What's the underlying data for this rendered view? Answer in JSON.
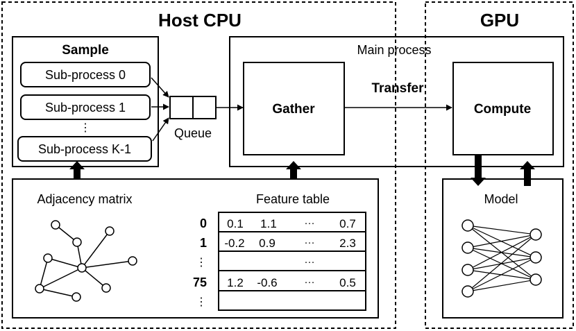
{
  "host": {
    "title": "Host CPU"
  },
  "gpu": {
    "title": "GPU"
  },
  "sample": {
    "title": "Sample",
    "subprocesses": [
      "Sub-process 0",
      "Sub-process 1",
      "Sub-process K-1"
    ],
    "ellipsis": "⋮"
  },
  "queue": {
    "label": "Queue"
  },
  "main_process": {
    "title": "Main process"
  },
  "gather": {
    "label": "Gather"
  },
  "transfer": {
    "label": "Transfer"
  },
  "compute": {
    "label": "Compute"
  },
  "adjacency": {
    "label": "Adjacency matrix"
  },
  "feature_table": {
    "label": "Feature table",
    "rows": [
      {
        "index": "0",
        "cells": [
          "0.1",
          "1.1",
          "···",
          "0.7"
        ]
      },
      {
        "index": "1",
        "cells": [
          "-0.2",
          "0.9",
          "···",
          "2.3"
        ]
      },
      {
        "index": "⋮",
        "cells": [
          "",
          "",
          "···",
          ""
        ]
      },
      {
        "index": "75",
        "cells": [
          "1.2",
          "-0.6",
          "···",
          "0.5"
        ]
      },
      {
        "index": "⋮",
        "cells": [
          "",
          "",
          "",
          ""
        ]
      }
    ]
  },
  "model": {
    "label": "Model"
  }
}
